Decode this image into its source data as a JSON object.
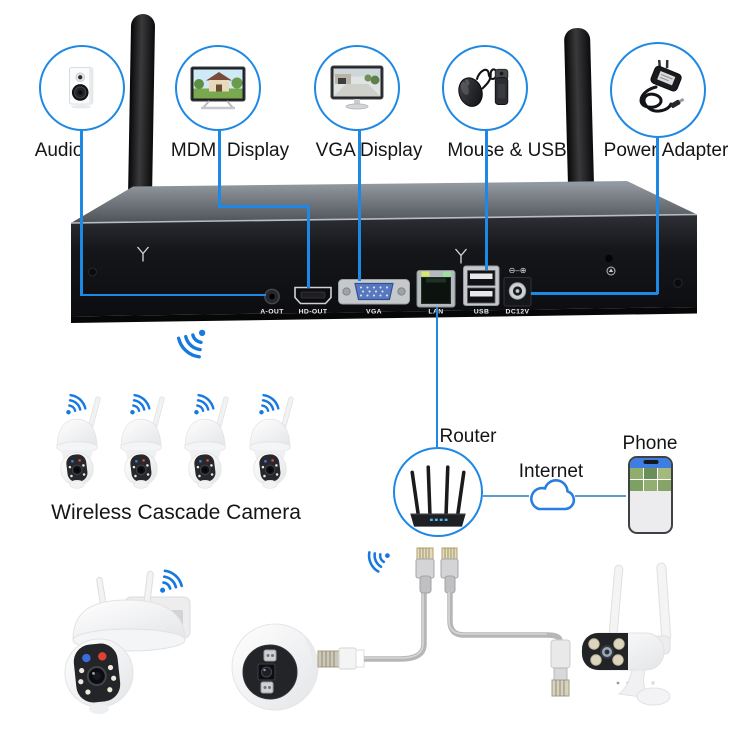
{
  "peripherals": [
    {
      "label": "Audio",
      "icon": "speaker-icon"
    },
    {
      "label": "MDMI Display",
      "icon": "tv-icon"
    },
    {
      "label": "VGA Display",
      "icon": "monitor-icon"
    },
    {
      "label": "Mouse & USB",
      "icon": "mouse-usb-icon"
    },
    {
      "label": "Power Adapter",
      "icon": "power-adapter-icon"
    }
  ],
  "nvr": {
    "ports": [
      {
        "label": "A-OUT"
      },
      {
        "label": "HD-OUT"
      },
      {
        "label": "VGA"
      },
      {
        "label": "LAN"
      },
      {
        "label": "USB"
      },
      {
        "label": "DC12V"
      }
    ],
    "dc_polarity": "⊖–⊕"
  },
  "cascade_cameras": {
    "label": "Wireless Cascade Camera",
    "count": 4
  },
  "network": {
    "router_label": "Router",
    "internet_label": "Internet",
    "phone_label": "Phone"
  },
  "colors": {
    "accent_blue": "#1e88e5",
    "wifi_blue": "#1779e0",
    "cable_gray": "#b6b6b6"
  }
}
